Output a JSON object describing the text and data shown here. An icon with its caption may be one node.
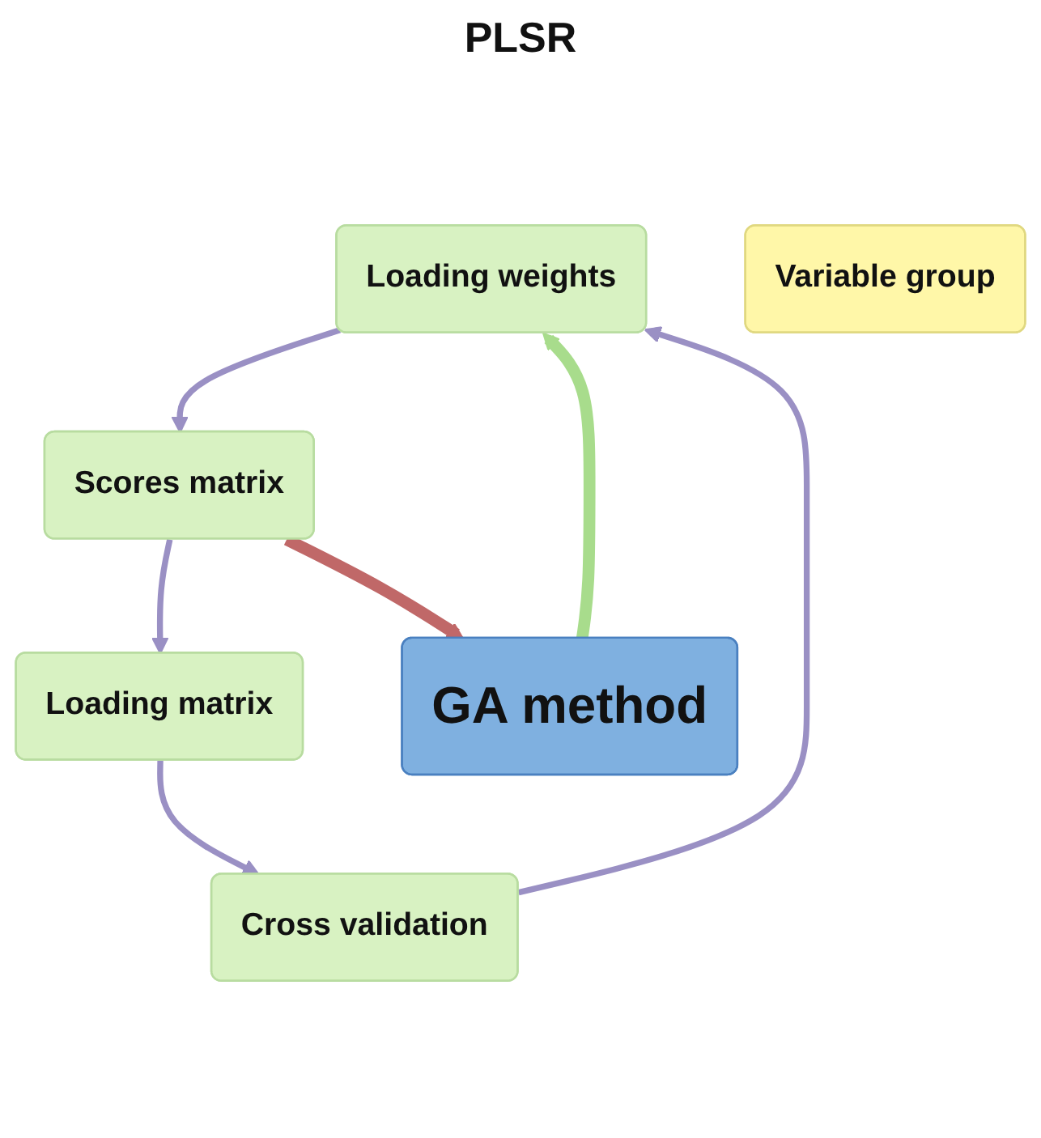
{
  "diagram": {
    "nodes": [
      {
        "text": [
          "Loading weights"
        ]
      },
      {
        "text": [
          "Scores matrix"
        ]
      },
      {
        "text": [
          "Loading matrix"
        ]
      },
      {
        "text": [
          "Cross validation"
        ]
      },
      {
        "text": [
          "GA method"
        ]
      },
      {
        "text": [
          "Variable group"
        ]
      }
    ],
    "edges": [
      {
        "from": 0,
        "to": 1,
        "arrow": "to"
      },
      {
        "from": 1,
        "to": 2,
        "arrow": "to"
      },
      {
        "from": 2,
        "to": 3,
        "arrow": "to"
      },
      {
        "from": 3,
        "to": 0,
        "arrow": "to"
      },
      {
        "from": 4,
        "to": 0,
        "arrow": "to",
        "style": "thick",
        "color": "#a8dc8c"
      },
      {
        "from": 1,
        "to": 4,
        "arrow": "to",
        "style": "thick",
        "color": "#c06868"
      }
    ],
    "labels": [
      "PLSR"
    ]
  }
}
